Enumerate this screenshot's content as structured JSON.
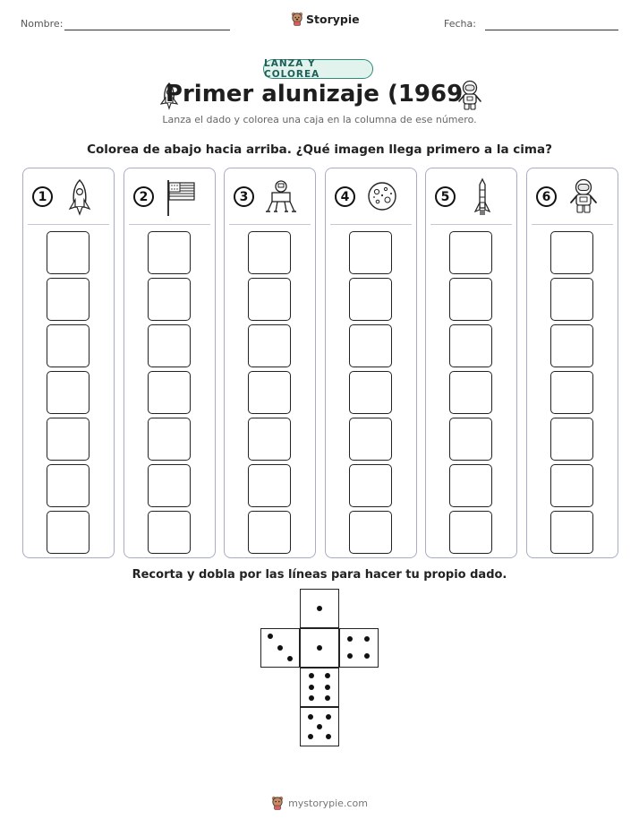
{
  "header": {
    "name_label": "Nombre:",
    "date_label": "Fecha:",
    "brand": "Storypie",
    "brand_icon": "bear-icon"
  },
  "badge": "LANZA Y COLOREA",
  "title": "Primer alunizaje (1969)",
  "subtitle": "Lanza el dado y colorea una caja en la columna de ese número.",
  "instruction": "Colorea de abajo hacia arriba. ¿Qué imagen llega primero a la cima?",
  "title_icons": [
    "rocket-icon",
    "astronaut-icon"
  ],
  "columns": [
    {
      "number": "1",
      "icon": "rocket-icon",
      "boxes": 7
    },
    {
      "number": "2",
      "icon": "us-flag-icon",
      "boxes": 7
    },
    {
      "number": "3",
      "icon": "lunar-module-icon",
      "boxes": 7
    },
    {
      "number": "4",
      "icon": "moon-icon",
      "boxes": 7
    },
    {
      "number": "5",
      "icon": "saturn-v-rocket-icon",
      "boxes": 7
    },
    {
      "number": "6",
      "icon": "astronaut-icon",
      "boxes": 7
    }
  ],
  "cut_instruction": "Recorta y dobla por las líneas para hacer tu propio dado.",
  "die_faces": [
    1,
    3,
    1,
    4,
    6,
    5
  ],
  "footer": {
    "text": "mystorypie.com",
    "icon": "bear-icon"
  },
  "colors": {
    "accent": "#2e8a7d",
    "badge_bg": "#e2f3ee",
    "column_border": "#a9adc4"
  }
}
